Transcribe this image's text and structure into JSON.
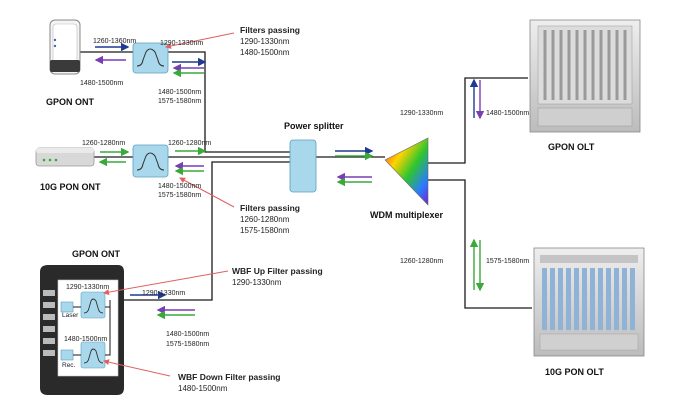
{
  "devices": {
    "gpon_ont_top": "GPON ONT",
    "ont_10g": "10G PON ONT",
    "gpon_ont_bottom": "GPON ONT",
    "gpon_olt": "GPON OLT",
    "olt_10g": "10G PON OLT",
    "power_splitter": "Power splitter",
    "wdm": "WDM multiplexer"
  },
  "wavelengths": {
    "top_in": "1260-1360nm",
    "top_out": "1290-1330nm",
    "top_down": "1480-1500nm",
    "top_filter_down_1": "1480-1500nm",
    "top_filter_down_2": "1575-1580nm",
    "mid_in": "1260-1280nm",
    "mid_out": "1260-1280nm",
    "mid_down_1": "1480-1500nm",
    "mid_down_2": "1575-1580nm",
    "bot_up_in": "1290-1330nm",
    "bot_up_out": "1290-1330nm",
    "bot_down_in": "1480-1500nm",
    "bot_down_1": "1480-1500nm",
    "bot_down_2": "1575-1580nm",
    "olt_up": "1290-1330nm",
    "olt_down": "1480-1500nm",
    "olt10_up": "1260-1280nm",
    "olt10_down": "1575-1580nm"
  },
  "notes": {
    "filter1_title": "Filters passing",
    "filter1_l1": "1290-1330nm",
    "filter1_l2": "1480-1500nm",
    "filter2_title": "Filters passing",
    "filter2_l1": "1260-1280nm",
    "filter2_l2": "1575-1580nm",
    "wbf_up_title": "WBF Up Filter passing",
    "wbf_up_l1": "1290-1330nm",
    "wbf_down_title": "WBF Down Filter passing",
    "wbf_down_l1": "1480-1500nm"
  },
  "inner": {
    "laser": "Laser",
    "rec": "Rec."
  },
  "colors": {
    "blue_arrow": "#1f3a93",
    "green_arrow": "#3aa83a",
    "purple_arrow": "#7a3db8",
    "pointer": "#e06060",
    "filter_fill": "#a9d8ec",
    "line": "#1a1a1a"
  }
}
